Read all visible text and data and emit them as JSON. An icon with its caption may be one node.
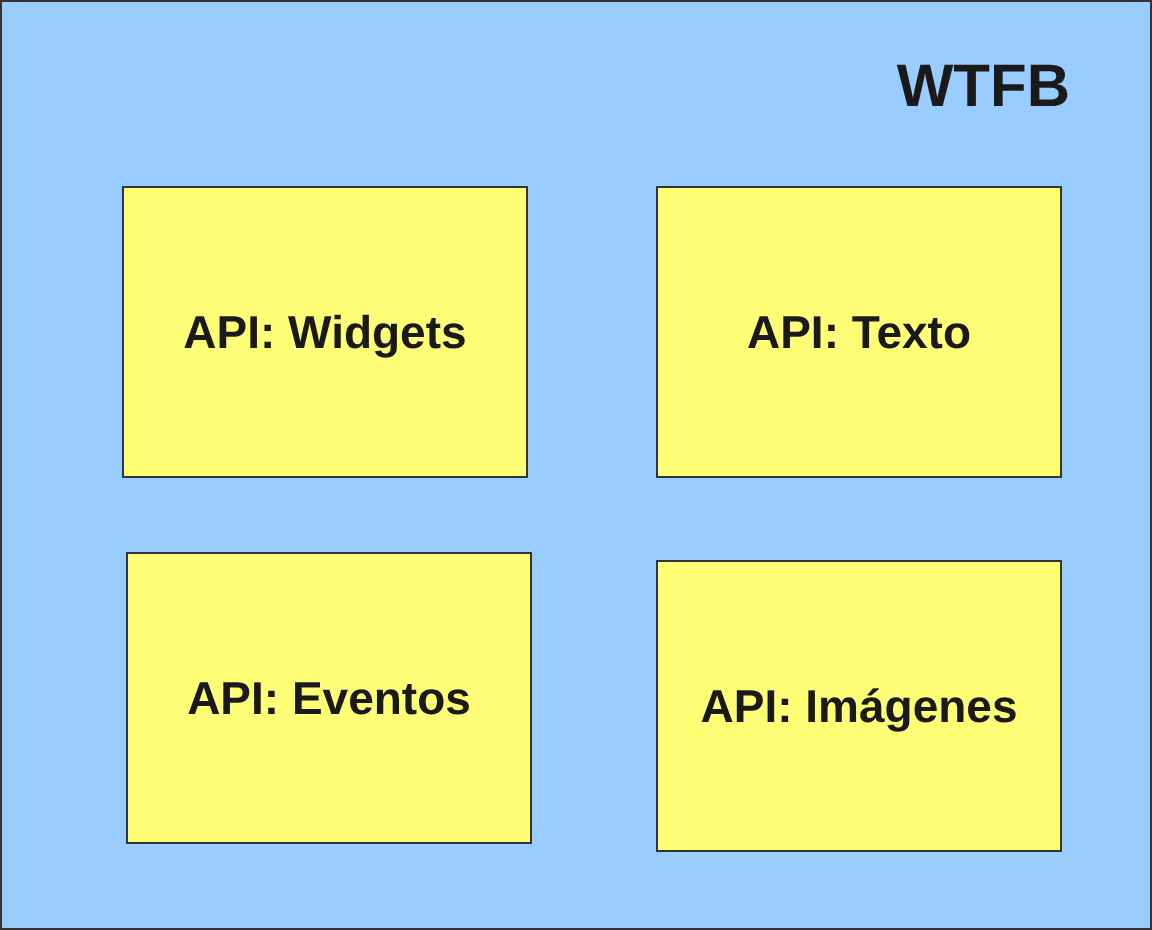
{
  "diagram": {
    "nodes": [
      {
        "text": [
          "WTFB"
        ]
      },
      {
        "text": [
          "API: Widgets"
        ],
        "in": 0
      },
      {
        "text": [
          "API: Texto"
        ],
        "in": 0
      },
      {
        "text": [
          "API: Eventos"
        ],
        "in": 0
      },
      {
        "text": [
          "API: Imágenes"
        ],
        "in": 0
      }
    ]
  }
}
